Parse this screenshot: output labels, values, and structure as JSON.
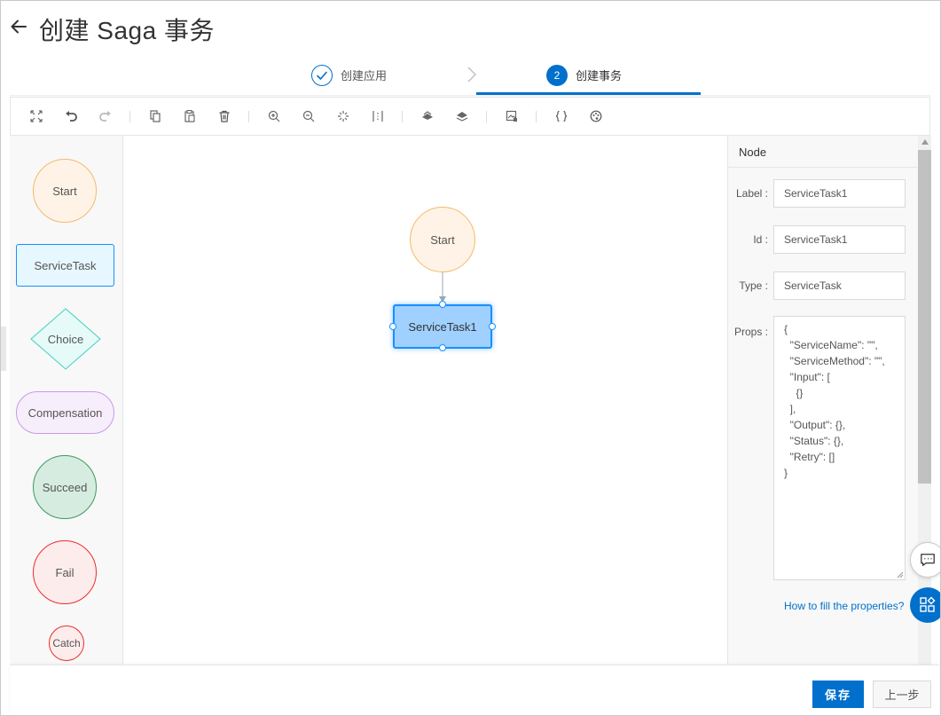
{
  "header": {
    "title": "创建 Saga 事务",
    "back_icon": "arrow-left-icon"
  },
  "steps": [
    {
      "label": "创建应用",
      "status": "done",
      "icon": "check-icon"
    },
    {
      "label": "创建事务",
      "status": "active",
      "number": "2"
    }
  ],
  "toolbar": {
    "items": [
      "fullscreen-icon",
      "undo-icon",
      "redo-icon",
      "copy-icon",
      "paste-icon",
      "delete-icon",
      "zoom-in-icon",
      "zoom-out-icon",
      "fit-view-icon",
      "actual-size-icon",
      "bring-front-icon",
      "send-back-icon",
      "export-image-icon",
      "json-icon",
      "theme-icon"
    ]
  },
  "palette": {
    "start": "Start",
    "servicetask": "ServiceTask",
    "choice": "Choice",
    "compensation": "Compensation",
    "succeed": "Succeed",
    "fail": "Fail",
    "catch": "Catch"
  },
  "canvas": {
    "start_node": "Start",
    "task_node": "ServiceTask1"
  },
  "props": {
    "title": "Node",
    "label_label": "Label :",
    "label_value": "ServiceTask1",
    "id_label": "Id :",
    "id_value": "ServiceTask1",
    "type_label": "Type :",
    "type_value": "ServiceTask",
    "props_label": "Props :",
    "props_value": "{\n  \"ServiceName\": \"\",\n  \"ServiceMethod\": \"\",\n  \"Input\": [\n    {}\n  ],\n  \"Output\": {},\n  \"Status\": {},\n  \"Retry\": []\n}",
    "help_link": "How to fill the properties?"
  },
  "footer": {
    "save_label": "保存",
    "prev_label": "上一步"
  },
  "colors": {
    "accent": "#0070cc",
    "node_blue": "#1890ff"
  }
}
